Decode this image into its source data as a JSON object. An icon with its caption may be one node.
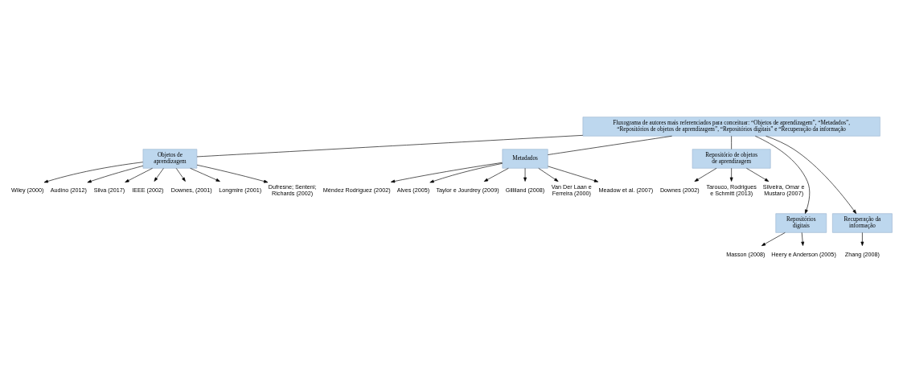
{
  "diagram": {
    "nodes": [
      {
        "text": [
          "Fluxograma de autores mais referenciados para conceituar: “Objetos de aprendizagem”, “Metadados”, “Repositórios de objetos de aprendizagem”, “Repositórios digitais” e “Recuperação da informação"
        ]
      },
      {
        "text": [
          "Objetos de aprendizagem"
        ]
      },
      {
        "text": [
          "Metadados"
        ]
      },
      {
        "text": [
          "Repositório de objetos de aprendizagem"
        ]
      },
      {
        "text": [
          "Repositórios digitais"
        ]
      },
      {
        "text": [
          "Recuperação da informação"
        ]
      },
      {
        "text": [
          "Wiley (2000)"
        ]
      },
      {
        "text": [
          "Audino (2012)"
        ]
      },
      {
        "text": [
          "Silva (2017)"
        ]
      },
      {
        "text": [
          "IEEE (2002)"
        ]
      },
      {
        "text": [
          "Downes, (2001)"
        ]
      },
      {
        "text": [
          "Longmire (2001)"
        ]
      },
      {
        "text": [
          "Dufresne; Senteni; Richards (2002)"
        ]
      },
      {
        "text": [
          "Méndez Rodríguez (2002)"
        ]
      },
      {
        "text": [
          "Alves (2005)"
        ]
      },
      {
        "text": [
          "Taylor e Jourdrey (2009)"
        ]
      },
      {
        "text": [
          "Gilliland (2008)"
        ]
      },
      {
        "text": [
          "Van Der Laan e Ferreira (2000)"
        ]
      },
      {
        "text": [
          "Meadow et al. (2007)"
        ]
      },
      {
        "text": [
          "Downes (2002)"
        ]
      },
      {
        "text": [
          "Tarouco, Rodrigues e Schmitt (2013)"
        ]
      },
      {
        "text": [
          "Silveira, Omar e Mustaro (2007)"
        ]
      },
      {
        "text": [
          "Masson (2008)"
        ]
      },
      {
        "text": [
          "Heery e Anderson (2005)"
        ]
      },
      {
        "text": [
          "Zhang (2008)"
        ]
      }
    ],
    "edges": [
      {
        "from": 0,
        "to": 1,
        "arrow": "none"
      },
      {
        "from": 0,
        "to": 4,
        "arrow": "to"
      },
      {
        "from": 0,
        "to": 2,
        "arrow": "none"
      },
      {
        "from": 0,
        "to": 5,
        "arrow": "to"
      },
      {
        "from": 0,
        "to": 3,
        "arrow": "none"
      },
      {
        "from": 1,
        "to": 6,
        "arrow": "to"
      },
      {
        "from": 1,
        "to": 8,
        "arrow": "to"
      },
      {
        "from": 1,
        "to": 10,
        "arrow": "to"
      },
      {
        "from": 1,
        "to": 12,
        "arrow": "to"
      },
      {
        "from": 1,
        "to": 11,
        "arrow": "to"
      },
      {
        "from": 1,
        "to": 9,
        "arrow": "to"
      },
      {
        "from": 1,
        "to": 7,
        "arrow": "to"
      },
      {
        "from": 2,
        "to": 13,
        "arrow": "to"
      },
      {
        "from": 2,
        "to": 15,
        "arrow": "to"
      },
      {
        "from": 2,
        "to": 17,
        "arrow": "to"
      },
      {
        "from": 2,
        "to": 18,
        "arrow": "to"
      },
      {
        "from": 2,
        "to": 16,
        "arrow": "to"
      },
      {
        "from": 2,
        "to": 14,
        "arrow": "to"
      },
      {
        "from": 3,
        "to": 20,
        "arrow": "to"
      },
      {
        "from": 3,
        "to": 19,
        "arrow": "to"
      },
      {
        "from": 3,
        "to": 21,
        "arrow": "to"
      },
      {
        "from": 4,
        "to": 22,
        "arrow": "to"
      },
      {
        "from": 4,
        "to": 23,
        "arrow": "to"
      },
      {
        "from": 5,
        "to": 24,
        "arrow": "to"
      }
    ]
  }
}
